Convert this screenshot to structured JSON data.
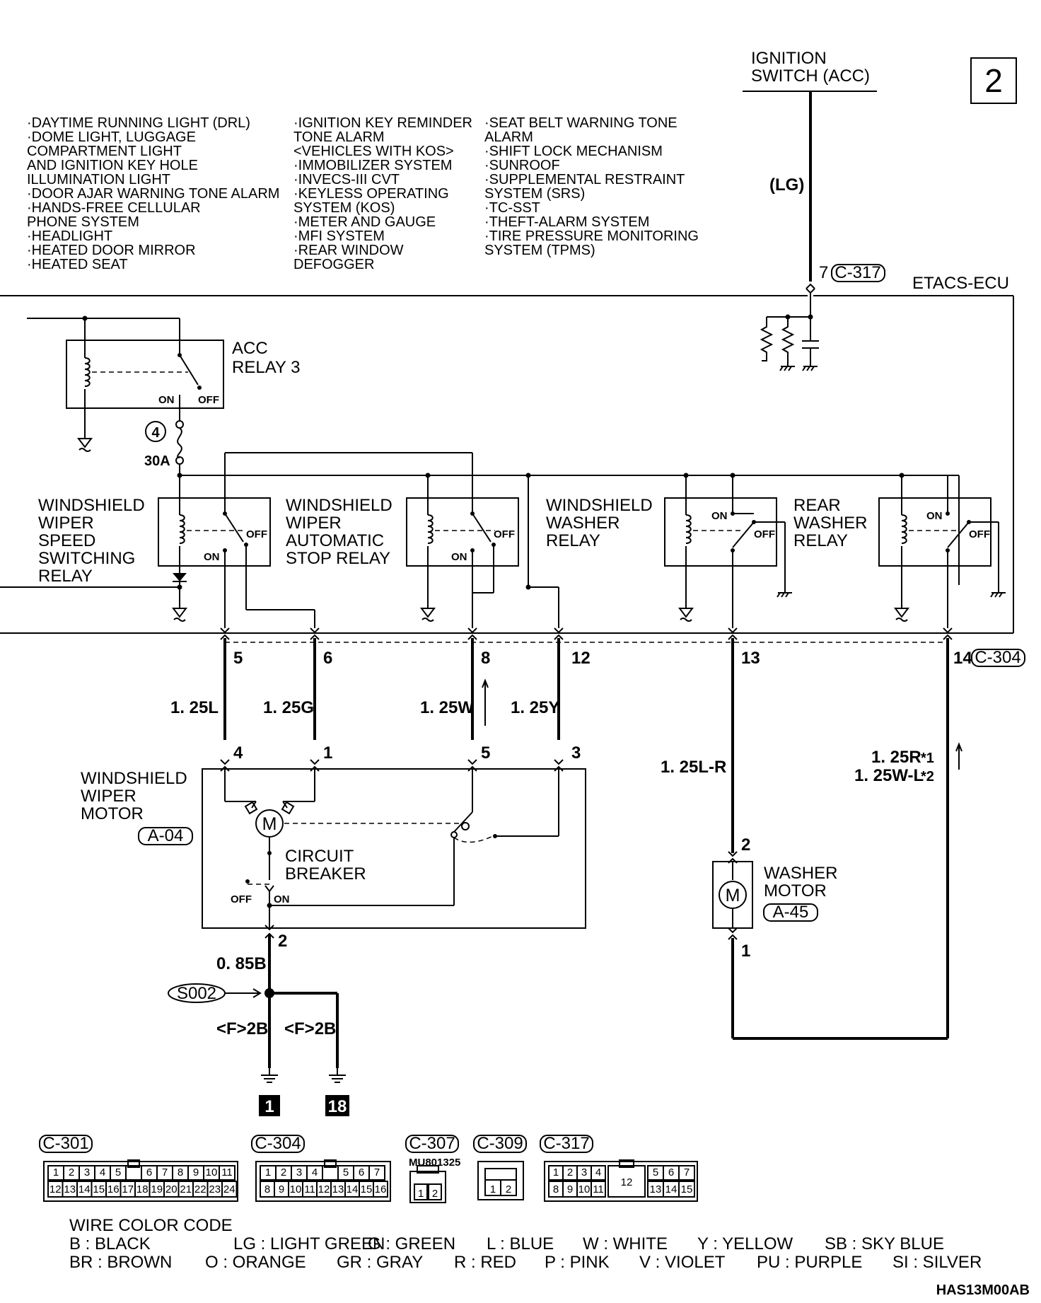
{
  "page_number": "2",
  "ignition_switch": {
    "line1": "IGNITION",
    "line2": "SWITCH (ACC)",
    "wire": "(LG)"
  },
  "ecu": {
    "name": "ETACS-ECU",
    "pin_c317": "7",
    "connector_c317": "C-317"
  },
  "systems": {
    "col1": [
      "·DAYTIME RUNNING LIGHT (DRL)",
      "·DOME LIGHT, LUGGAGE",
      " COMPARTMENT LIGHT",
      " AND IGNITION KEY HOLE",
      " ILLUMINATION LIGHT",
      "·DOOR AJAR WARNING TONE ALARM",
      "·HANDS-FREE CELLULAR",
      " PHONE SYSTEM",
      "·HEADLIGHT",
      "·HEATED DOOR MIRROR",
      "·HEATED SEAT"
    ],
    "col2": [
      "·IGNITION KEY REMINDER",
      " TONE ALARM",
      " <VEHICLES WITH KOS>",
      "·IMMOBILIZER SYSTEM",
      "·INVECS-III CVT",
      "·KEYLESS OPERATING",
      " SYSTEM (KOS)",
      "·METER AND GAUGE",
      "·MFI SYSTEM",
      "·REAR WINDOW",
      " DEFOGGER"
    ],
    "col3": [
      "·SEAT BELT WARNING TONE",
      " ALARM",
      "·SHIFT LOCK MECHANISM",
      "·SUNROOF",
      "·SUPPLEMENTAL RESTRAINT",
      " SYSTEM (SRS)",
      "·TC-SST",
      "·THEFT-ALARM SYSTEM",
      "·TIRE PRESSURE MONITORING",
      " SYSTEM (TPMS)"
    ]
  },
  "acc_relay": {
    "line1": "ACC",
    "line2": "RELAY 3",
    "on": "ON",
    "off": "OFF"
  },
  "fuse": {
    "number": "4",
    "rating": "30A"
  },
  "relays": {
    "speed": [
      "WINDSHIELD",
      "WIPER",
      "SPEED",
      "SWITCHING",
      "RELAY"
    ],
    "auto_stop": [
      "WINDSHIELD",
      "WIPER",
      "AUTOMATIC",
      "STOP RELAY"
    ],
    "washer": [
      "WINDSHIELD",
      "WASHER",
      "RELAY"
    ],
    "rear_washer": [
      "REAR",
      "WASHER",
      "RELAY"
    ],
    "on": "ON",
    "off": "OFF"
  },
  "ecu_pins": {
    "p5": "5",
    "p6": "6",
    "p8": "8",
    "p12": "12",
    "p13": "13",
    "p14": "14",
    "connector_c304": "C-304"
  },
  "wires": {
    "w1": "1. 25L",
    "w2": "1. 25G",
    "w3": "1. 25W",
    "w4": "1. 25Y",
    "w5": "1. 25L-R",
    "w6a": "1. 25R",
    "w6a_note": "*1",
    "w6b": "1. 25W-L",
    "w6b_note": "*2",
    "ground": "0. 85B",
    "g1": "<F>2B",
    "g2": "<F>2B"
  },
  "wiper_motor": {
    "line1": "WINDSHIELD",
    "line2": "WIPER",
    "line3": "MOTOR",
    "connector": "A-04",
    "pin4": "4",
    "pin1": "1",
    "pin5": "5",
    "pin3": "3",
    "pin2": "2",
    "cb_line1": "CIRCUIT",
    "cb_line2": "BREAKER",
    "off": "OFF",
    "on": "ON",
    "motor_symbol": "M"
  },
  "washer_motor": {
    "line1": "WASHER",
    "line2": "MOTOR",
    "connector": "A-45",
    "pin2": "2",
    "pin1": "1",
    "motor_symbol": "M"
  },
  "splice": "S002",
  "ground_points": {
    "g1": "1",
    "g2": "18"
  },
  "connectors": {
    "c301": {
      "label": "C-301",
      "row1": [
        "1",
        "2",
        "3",
        "4",
        "5",
        "",
        "6",
        "7",
        "8",
        "9",
        "10",
        "11"
      ],
      "row2": [
        "12",
        "13",
        "14",
        "15",
        "16",
        "17",
        "18",
        "19",
        "20",
        "21",
        "22",
        "23",
        "24"
      ]
    },
    "c304": {
      "label": "C-304",
      "row1": [
        "1",
        "2",
        "3",
        "4",
        "",
        "5",
        "6",
        "7"
      ],
      "row2": [
        "8",
        "9",
        "10",
        "11",
        "12",
        "13",
        "14",
        "15",
        "16"
      ]
    },
    "c307": {
      "label": "C-307",
      "part": "MU801325",
      "pins": [
        "1",
        "2"
      ]
    },
    "c309": {
      "label": "C-309",
      "pins": [
        "1",
        "2"
      ]
    },
    "c317": {
      "label": "C-317",
      "row1": [
        "1",
        "2",
        "3",
        "4",
        "",
        "5",
        "6",
        "7"
      ],
      "center": "12",
      "row2a": [
        "8",
        "9",
        "10",
        "11"
      ],
      "row2b": [
        "13",
        "14",
        "15"
      ]
    }
  },
  "wire_color_code": {
    "title": "WIRE COLOR CODE",
    "row1": [
      "B : BLACK",
      "LG : LIGHT GREEN",
      "G : GREEN",
      "L : BLUE",
      "W : WHITE",
      "Y : YELLOW",
      "SB : SKY BLUE"
    ],
    "row2": [
      "BR : BROWN",
      "O : ORANGE",
      "GR : GRAY",
      "R : RED",
      "P : PINK",
      "V : VIOLET",
      "PU : PURPLE",
      "SI : SILVER"
    ]
  },
  "doc_code": "HAS13M00AB"
}
